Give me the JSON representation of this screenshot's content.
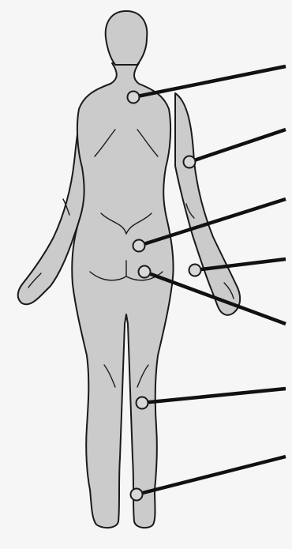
{
  "figure": {
    "view": "posterior",
    "background_color": "#f6f6f6",
    "body_fill": "#cbcbcb",
    "outline_color": "#1a1a1a",
    "marker_fill": "#d8d8d8",
    "leader_color": "#111111"
  },
  "markers": [
    {
      "id": "neck",
      "name": "neck-marker"
    },
    {
      "id": "left-upper-arm",
      "name": "upper-arm-marker"
    },
    {
      "id": "lower-back",
      "name": "lower-back-marker"
    },
    {
      "id": "elbow",
      "name": "elbow-marker"
    },
    {
      "id": "buttock",
      "name": "buttock-marker"
    },
    {
      "id": "knee",
      "name": "knee-marker"
    },
    {
      "id": "ankle",
      "name": "ankle-marker"
    }
  ]
}
